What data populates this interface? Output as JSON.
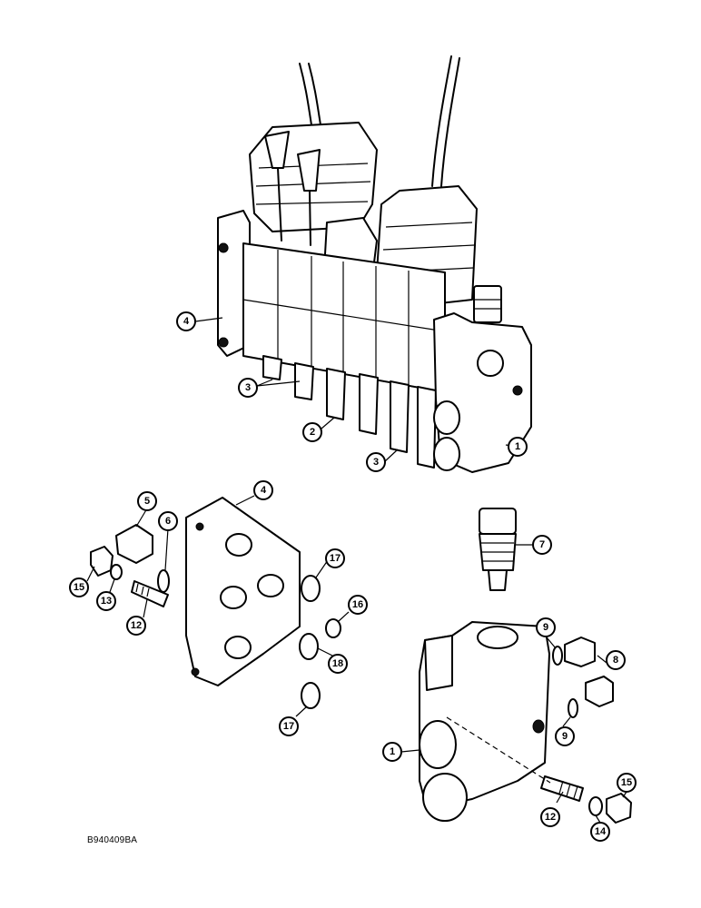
{
  "figure_id": "B940409BA",
  "callouts": [
    {
      "label": "1"
    },
    {
      "label": "1"
    },
    {
      "label": "1"
    },
    {
      "label": "2"
    },
    {
      "label": "3"
    },
    {
      "label": "3"
    },
    {
      "label": "4"
    },
    {
      "label": "4"
    },
    {
      "label": "5"
    },
    {
      "label": "6"
    },
    {
      "label": "7"
    },
    {
      "label": "8"
    },
    {
      "label": "9"
    },
    {
      "label": "9"
    },
    {
      "label": "12"
    },
    {
      "label": "12"
    },
    {
      "label": "13"
    },
    {
      "label": "14"
    },
    {
      "label": "15"
    },
    {
      "label": "15"
    },
    {
      "label": "16"
    },
    {
      "label": "17"
    },
    {
      "label": "17"
    },
    {
      "label": "18"
    }
  ]
}
